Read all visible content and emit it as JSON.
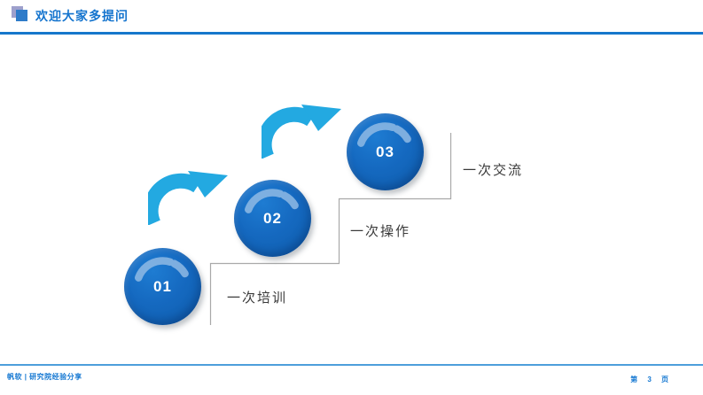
{
  "slide": {
    "header": {
      "title": "欢迎大家多提问"
    },
    "diagram": {
      "steps": [
        {
          "number": "01",
          "label": "一次培训"
        },
        {
          "number": "02",
          "label": "一次操作"
        },
        {
          "number": "03",
          "label": "一次交流"
        }
      ],
      "colors": {
        "circle_fill": "#1569C0",
        "circle_highlight_arc": "#8FBAE4",
        "arrow": "#23A9E1",
        "step_line": "#A9A9A9"
      }
    },
    "footer": {
      "left_text": "帆软 | 研究院经验分享",
      "page_prefix": "第",
      "page_number": "3",
      "page_suffix": "页",
      "accent_color": "#1578D2"
    }
  }
}
